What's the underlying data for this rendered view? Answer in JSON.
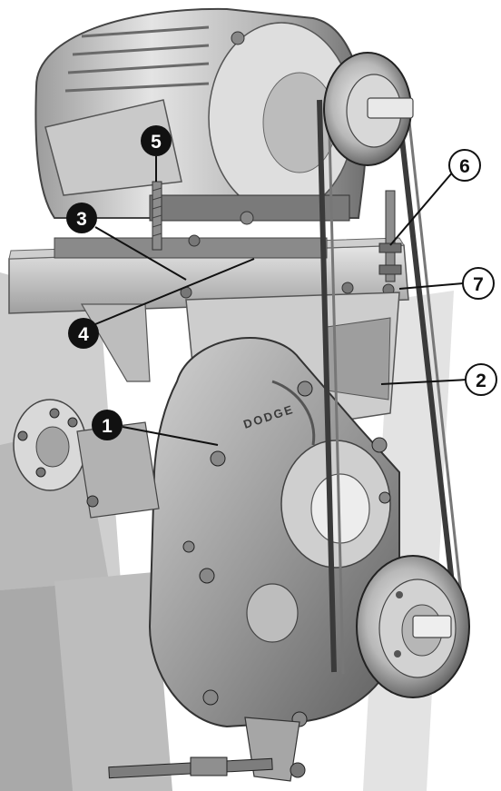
{
  "illustration": {
    "brand_marking": "DODGE",
    "colors": {
      "background": "#ffffff",
      "metal_light": "#d9d9d9",
      "metal_mid": "#a8a8a8",
      "metal_dark": "#5a5a5a",
      "shadow": "#2e2e2e",
      "badge_dark": "#111111",
      "badge_light": "#ffffff"
    }
  },
  "callouts": [
    {
      "id": "callout-1",
      "label": "1",
      "style": "dark"
    },
    {
      "id": "callout-2",
      "label": "2",
      "style": "light"
    },
    {
      "id": "callout-3",
      "label": "3",
      "style": "dark"
    },
    {
      "id": "callout-4",
      "label": "4",
      "style": "dark"
    },
    {
      "id": "callout-5",
      "label": "5",
      "style": "dark"
    },
    {
      "id": "callout-6",
      "label": "6",
      "style": "light"
    },
    {
      "id": "callout-7",
      "label": "7",
      "style": "light"
    }
  ]
}
